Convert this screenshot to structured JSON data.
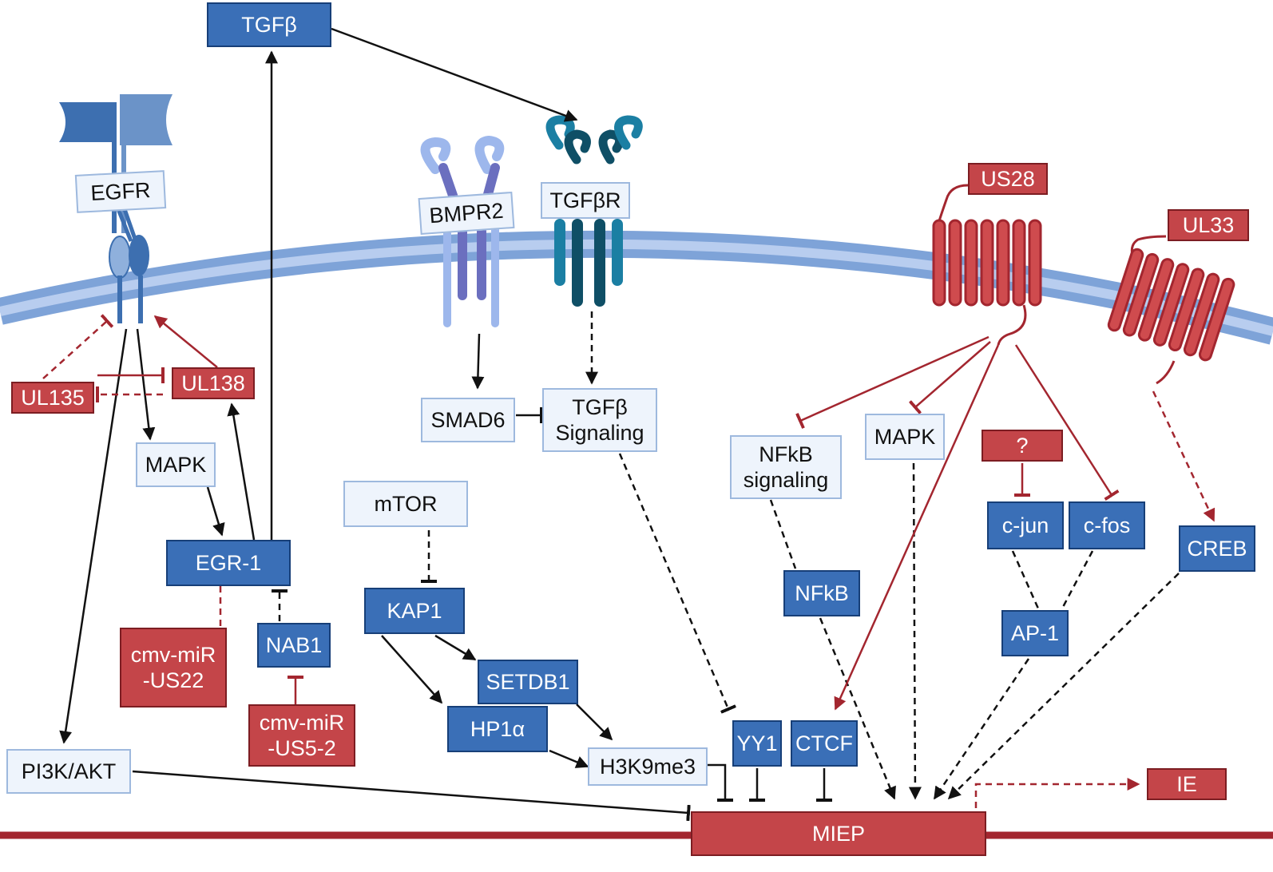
{
  "colors": {
    "membrane": "#7ea3d8",
    "membrane_inner": "#b8cdef",
    "light_node": "#eef4fc",
    "light_border": "#9eb9de",
    "blue_node": "#3a6fb7",
    "red_node": "#c44549",
    "red_edge": "#a3262f",
    "black_edge": "#111111",
    "dna": "#a3262f"
  },
  "nodes": {
    "tgfb": "TGFβ",
    "egfr": "EGFR",
    "bmpr2": "BMPR2",
    "tgfbr": "TGFβR",
    "us28": "US28",
    "ul33": "UL33",
    "ul135": "UL135",
    "ul138": "UL138",
    "mapk_left": "MAPK",
    "smad6": "SMAD6",
    "tgfb_signaling_line1": "TGFβ",
    "tgfb_signaling_line2": "Signaling",
    "nfkb_signaling_line1": "NFkB",
    "nfkb_signaling_line2": "signaling",
    "mapk_right": "MAPK",
    "question": "?",
    "cjun": "c-jun",
    "cfos": "c-fos",
    "creb": "CREB",
    "mtor": "mTOR",
    "egr1": "EGR-1",
    "kap1": "KAP1",
    "nfkb": "NFkB",
    "ap1": "AP-1",
    "setdb1": "SETDB1",
    "nab1": "NAB1",
    "mir_us22_line1": "cmv-miR",
    "mir_us22_line2": "-US22",
    "hp1a": "HP1α",
    "mir_us5_line1": "cmv-miR",
    "mir_us5_line2": "-US5-2",
    "yy1": "YY1",
    "ctcf": "CTCF",
    "h3k9me3": "H3K9me3",
    "pi3k": "PI3K/AKT",
    "ie": "IE",
    "miep": "MIEP"
  },
  "icons": [
    "egfr-receptor-icon",
    "bmpr2-receptor-icon",
    "tgfbr-receptor-icon",
    "us28-gpcr-icon",
    "ul33-gpcr-icon",
    "cell-membrane",
    "dna-strand"
  ]
}
